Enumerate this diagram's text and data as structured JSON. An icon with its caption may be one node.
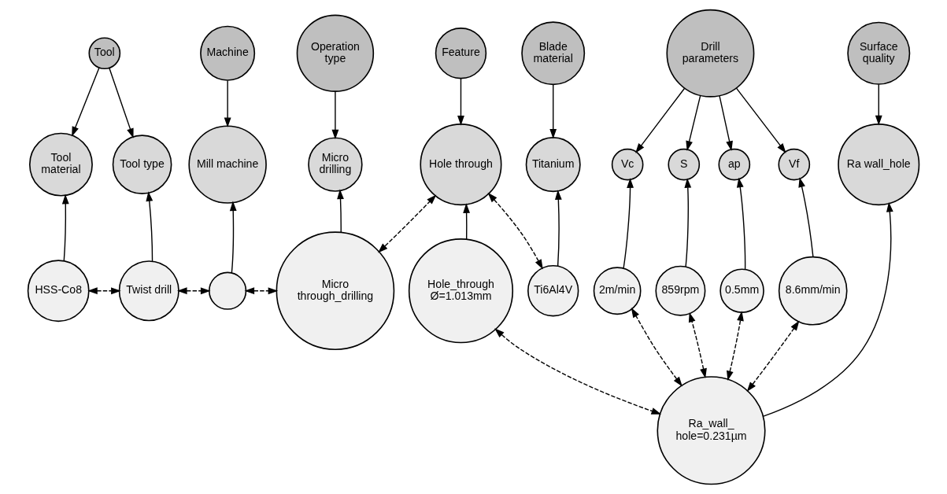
{
  "diagram": {
    "nodes": [
      {
        "text": [
          "Tool"
        ]
      },
      {
        "text": [
          "Machine"
        ]
      },
      {
        "text": [
          "Operation type"
        ]
      },
      {
        "text": [
          "Blade material"
        ]
      },
      {
        "text": [
          "Drill parameters"
        ]
      },
      {
        "text": [
          "Tool material"
        ]
      },
      {
        "text": [
          "Mill machine"
        ]
      },
      {
        "text": [
          "Micro drilling"
        ]
      },
      {
        "text": [
          "Titanium"
        ]
      },
      {
        "text": [
          "S"
        ]
      },
      {
        "text": [
          "ap"
        ]
      },
      {
        "text": [
          "Vf"
        ]
      },
      {
        "text": [
          "Vc"
        ]
      },
      {
        "text": [
          "Tool type"
        ]
      },
      {
        "text": [
          "Micro through_drilling"
        ]
      },
      {
        "text": [],
        "shape": "circle"
      },
      {
        "text": [
          "859rpm"
        ]
      },
      {
        "text": [
          "0.5mm"
        ]
      },
      {
        "text": [
          "8.6mm/min"
        ]
      },
      {
        "text": [
          "2m/min"
        ]
      },
      {
        "text": [
          "Twist drill"
        ]
      },
      {
        "text": [
          "Ti6Al4V"
        ]
      },
      {
        "text": [
          "HSS-Co8"
        ]
      },
      {
        "text": [
          "Feature"
        ]
      },
      {
        "text": [
          "Hole through"
        ]
      },
      {
        "text": [
          "Hole_through Ø=1.013mm"
        ]
      },
      {
        "text": [
          "Ra_wall_ hole=0.231µm"
        ]
      },
      {
        "text": [
          "Surface quality"
        ]
      },
      {
        "text": [
          "Ra wall_hole"
        ]
      }
    ],
    "edges": [
      {
        "from": 0,
        "to": 5,
        "arrow": "to"
      },
      {
        "from": 0,
        "to": 13,
        "arrow": "to"
      },
      {
        "from": 1,
        "to": 6,
        "arrow": "to"
      },
      {
        "from": 2,
        "to": 7,
        "arrow": "to"
      },
      {
        "from": 3,
        "to": 8,
        "arrow": "to"
      },
      {
        "from": 4,
        "to": 9,
        "arrow": "to"
      },
      {
        "from": 4,
        "to": 10,
        "arrow": "to"
      },
      {
        "from": 4,
        "to": 11,
        "arrow": "to"
      },
      {
        "from": 4,
        "to": 12,
        "arrow": "to"
      },
      {
        "from": 22,
        "to": 5,
        "arrow": "to"
      },
      {
        "from": 20,
        "to": 13,
        "arrow": "to"
      },
      {
        "from": 15,
        "to": 6,
        "arrow": "to"
      },
      {
        "from": 14,
        "to": 7,
        "arrow": "to"
      },
      {
        "from": 21,
        "to": 8,
        "arrow": "to"
      },
      {
        "from": 16,
        "to": 9,
        "arrow": "to"
      },
      {
        "from": 17,
        "to": 10,
        "arrow": "to"
      },
      {
        "from": 18,
        "to": 11,
        "arrow": "to"
      },
      {
        "from": 19,
        "to": 12,
        "arrow": "to"
      },
      {
        "from": 23,
        "to": 24,
        "arrow": "to"
      },
      {
        "from": 25,
        "to": 24,
        "arrow": "to"
      },
      {
        "from": 27,
        "to": 28,
        "arrow": "to"
      },
      {
        "from": 26,
        "to": 28,
        "arrow": "to"
      },
      {
        "from": 22,
        "to": 20,
        "arrow": "both",
        "style": "dashed"
      },
      {
        "from": 20,
        "to": 15,
        "arrow": "both",
        "style": "dashed"
      },
      {
        "from": 15,
        "to": 14,
        "arrow": "both",
        "style": "dashed"
      },
      {
        "from": 14,
        "to": 24,
        "arrow": "both",
        "style": "dashed"
      },
      {
        "from": 24,
        "to": 21,
        "arrow": "both",
        "style": "dashed"
      },
      {
        "from": 25,
        "to": 26,
        "arrow": "both",
        "style": "dashed"
      },
      {
        "from": 26,
        "to": 16,
        "arrow": "both",
        "style": "dashed"
      },
      {
        "from": 26,
        "to": 17,
        "arrow": "both",
        "style": "dashed"
      },
      {
        "from": 26,
        "to": 18,
        "arrow": "both",
        "style": "dashed"
      },
      {
        "from": 26,
        "to": 19,
        "arrow": "both",
        "style": "dashed"
      }
    ]
  }
}
